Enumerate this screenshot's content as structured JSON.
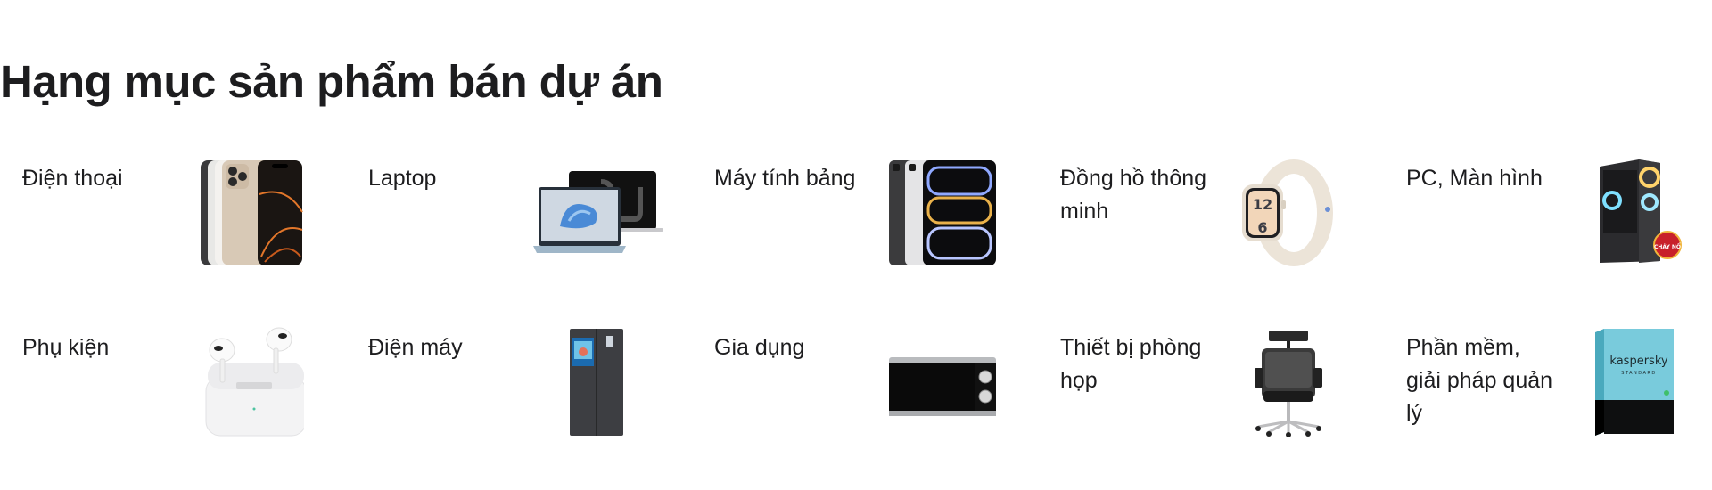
{
  "section": {
    "title": "Hạng mục sản phẩm bán dự án"
  },
  "categories": [
    {
      "label": "Điện thoại",
      "icon": "smartphone-icon"
    },
    {
      "label": "Laptop",
      "icon": "laptop-icon"
    },
    {
      "label": "Máy tính bảng",
      "icon": "tablet-icon"
    },
    {
      "label": "Đồng hồ thông minh",
      "icon": "smartwatch-icon"
    },
    {
      "label": "PC, Màn hình",
      "icon": "pc-case-icon",
      "badge": "CHÁY NỔ"
    },
    {
      "label": "Phụ kiện",
      "icon": "earbuds-icon"
    },
    {
      "label": "Điện máy",
      "icon": "refrigerator-icon"
    },
    {
      "label": "Gia dụng",
      "icon": "microwave-icon"
    },
    {
      "label": "Thiết bị phòng họp",
      "icon": "office-chair-icon"
    },
    {
      "label": "Phần mềm, giải pháp quản lý",
      "icon": "software-box-icon",
      "brand": "kaspersky",
      "edition": "STANDARD"
    }
  ],
  "colors": {
    "text": "#1d1d1f",
    "background": "#ffffff",
    "badge_red": "#c8202a",
    "software_box_teal": "#6cc4d6"
  }
}
